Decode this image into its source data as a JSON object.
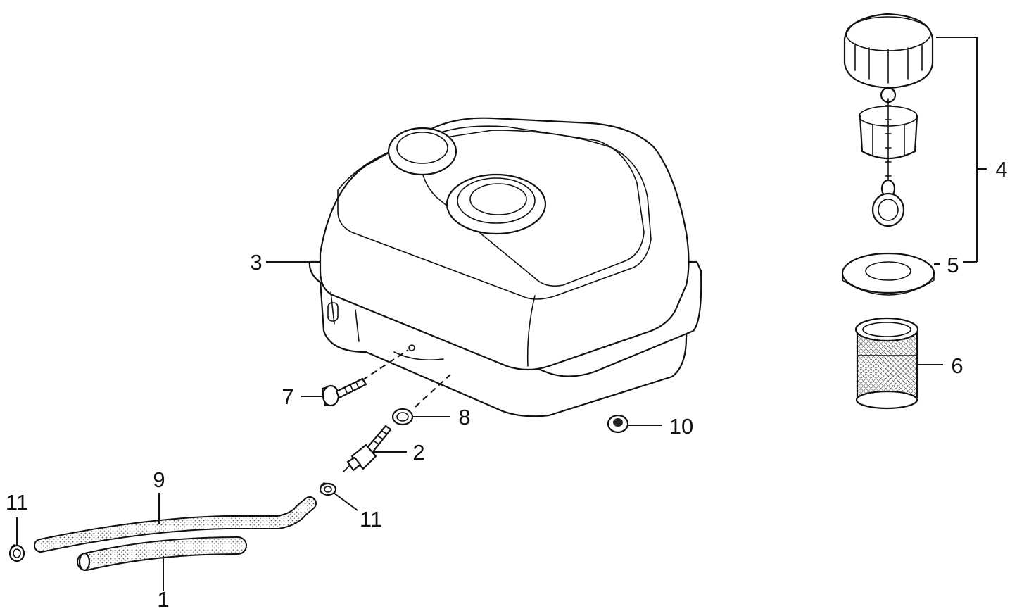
{
  "diagram": {
    "colors": {
      "line": "#111111",
      "background": "#ffffff",
      "hose_dots": "#555555"
    },
    "callouts": [
      {
        "id": "c1",
        "label": "1"
      },
      {
        "id": "c2",
        "label": "2"
      },
      {
        "id": "c3",
        "label": "3"
      },
      {
        "id": "c4",
        "label": "4"
      },
      {
        "id": "c5",
        "label": "5"
      },
      {
        "id": "c6",
        "label": "6"
      },
      {
        "id": "c7",
        "label": "7"
      },
      {
        "id": "c8",
        "label": "8"
      },
      {
        "id": "c9",
        "label": "9"
      },
      {
        "id": "c10",
        "label": "10"
      },
      {
        "id": "c11a",
        "label": "11"
      },
      {
        "id": "c11b",
        "label": "11"
      }
    ]
  }
}
